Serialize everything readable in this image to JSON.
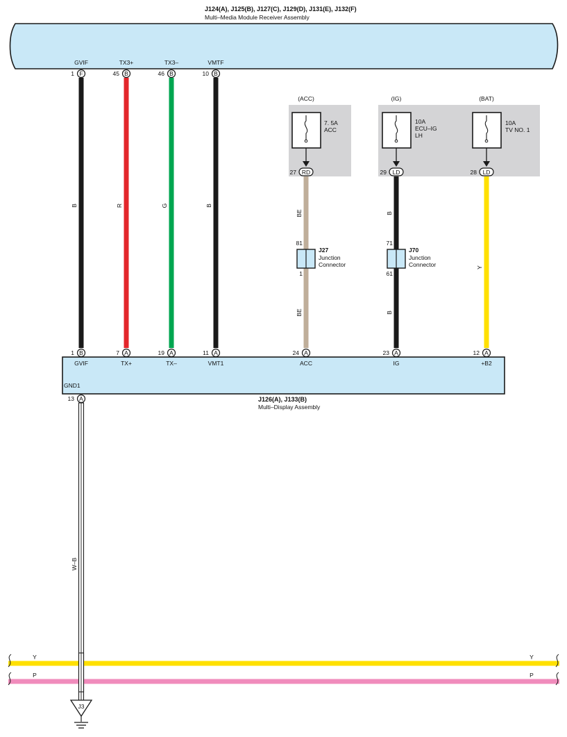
{
  "top_module": {
    "title": "J124(A), J125(B), J127(C), J129(D), J131(E), J132(F)",
    "subtitle": "Multi–Media Module Receiver Assembly",
    "pins": [
      {
        "num": "1",
        "conn": "F",
        "name": "GVIF"
      },
      {
        "num": "45",
        "conn": "B",
        "name": "TX3+"
      },
      {
        "num": "46",
        "conn": "B",
        "name": "TX3–"
      },
      {
        "num": "10",
        "conn": "B",
        "name": "VMTF"
      }
    ]
  },
  "wires": [
    {
      "color_code": "B",
      "hex": "#1a1a1a"
    },
    {
      "color_code": "R",
      "hex": "#e3262b"
    },
    {
      "color_code": "G",
      "hex": "#00a650"
    },
    {
      "color_code": "B",
      "hex": "#1a1a1a"
    },
    {
      "color_code": "BE",
      "hex": "#bfae9a"
    },
    {
      "color_code": "B",
      "hex": "#1a1a1a"
    },
    {
      "color_code": "Y",
      "hex": "#ffe000"
    }
  ],
  "fuses": [
    {
      "label": "(ACC)",
      "rating": "7. 5A",
      "name1": "ACC",
      "name2": "",
      "pin": "27",
      "conn": "RD"
    },
    {
      "label": "(IG)",
      "rating": "10A",
      "name1": "ECU–IG",
      "name2": "LH",
      "pin": "29",
      "conn": "LD"
    },
    {
      "label": "(BAT)",
      "rating": "10A",
      "name1": "TV NO. 1",
      "name2": "",
      "pin": "28",
      "conn": "LD"
    }
  ],
  "junctions": [
    {
      "id": "J27",
      "desc1": "Junction",
      "desc2": "Connector",
      "pin_top": "81",
      "pin_bottom": "1",
      "wire_bottom": "BE"
    },
    {
      "id": "J70",
      "desc1": "Junction",
      "desc2": "Connector",
      "pin_top": "71",
      "pin_bottom": "61",
      "wire_bottom": "B"
    }
  ],
  "bottom_module": {
    "title": "J126(A), J133(B)",
    "subtitle": "Multi–Display Assembly",
    "pins": [
      {
        "num": "1",
        "conn": "B",
        "name": "GVIF"
      },
      {
        "num": "7",
        "conn": "A",
        "name": "TX+"
      },
      {
        "num": "19",
        "conn": "A",
        "name": "TX–"
      },
      {
        "num": "11",
        "conn": "A",
        "name": "VMT1"
      },
      {
        "num": "24",
        "conn": "A",
        "name": "ACC"
      },
      {
        "num": "23",
        "conn": "A",
        "name": "IG"
      },
      {
        "num": "12",
        "conn": "A",
        "name": "+B2"
      }
    ],
    "gnd": {
      "num": "13",
      "conn": "A",
      "name": "GND1"
    }
  },
  "ground_wire": {
    "color_code": "W–B"
  },
  "ground_point": {
    "id": "J3"
  },
  "buses": [
    {
      "label": "Y",
      "hex": "#ffe000"
    },
    {
      "label": "P",
      "hex": "#f08cbc"
    }
  ]
}
